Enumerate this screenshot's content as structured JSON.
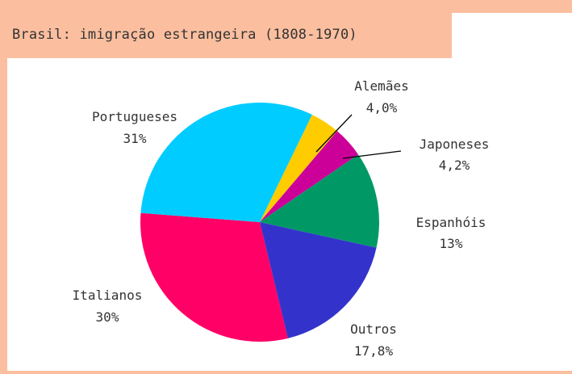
{
  "header": {
    "title": "Brasil: imigração estrangeira (1808-1970)"
  },
  "colors": {
    "frame": "#fbbf9f",
    "background": "#ffffff",
    "text": "#333333"
  },
  "chart_data": {
    "type": "pie",
    "title": "Brasil: imigração estrangeira (1808-1970)",
    "slices": [
      {
        "name": "Alemães",
        "value": 4.0,
        "value_label": "4,0%",
        "color": "#ffcc00"
      },
      {
        "name": "Japoneses",
        "value": 4.2,
        "value_label": "4,2%",
        "color": "#cc0099"
      },
      {
        "name": "Espanhóis",
        "value": 13,
        "value_label": "13%",
        "color": "#009966"
      },
      {
        "name": "Outros",
        "value": 17.8,
        "value_label": "17,8%",
        "color": "#3333cc"
      },
      {
        "name": "Italianos",
        "value": 30,
        "value_label": "30%",
        "color": "#ff0066"
      },
      {
        "name": "Portugueses",
        "value": 31,
        "value_label": "31%",
        "color": "#00ccff"
      }
    ]
  }
}
